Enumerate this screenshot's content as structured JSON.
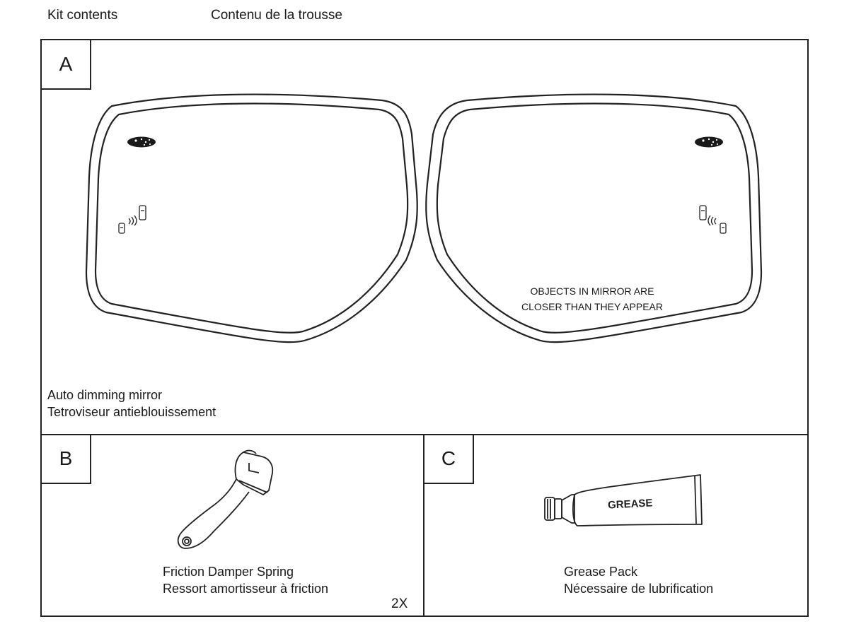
{
  "header": {
    "title_en": "Kit contents",
    "title_fr": "Contenu de la trousse"
  },
  "sections": {
    "a": {
      "letter": "A",
      "caption_en": "Auto dimming mirror",
      "caption_fr": "Tetroviseur antieblouissement",
      "mirror_warning_line1": "OBJECTS IN MIRROR ARE",
      "mirror_warning_line2": "CLOSER THAN THEY APPEAR"
    },
    "b": {
      "letter": "B",
      "caption_en": "Friction Damper Spring",
      "caption_fr": "Ressort amortisseur à friction",
      "quantity": "2X"
    },
    "c": {
      "letter": "C",
      "caption_en": "Grease Pack",
      "caption_fr": "Nécessaire de lubrification",
      "tube_label": "GREASE"
    }
  },
  "icons": {
    "logo": "subaru-logo-icon",
    "blind_spot": "blind-spot-indicator-icon"
  }
}
